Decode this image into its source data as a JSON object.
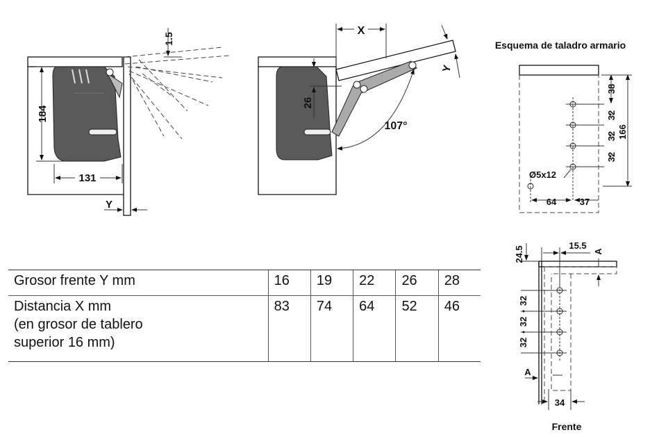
{
  "side_view": {
    "dim_184": "184",
    "dim_131": "131",
    "dim_1_5": "1.5",
    "dim_y": "Y"
  },
  "open_view": {
    "dim_x": "X",
    "dim_y": "Y",
    "dim_26": "26",
    "angle": "107°"
  },
  "cabinet_drilling": {
    "title": "Esquema de taladro armario",
    "dim_38": "38",
    "dim_32a": "32",
    "dim_32b": "32",
    "dim_32c": "32",
    "dim_166": "166",
    "hole_spec": "Ø5x12",
    "dim_64": "64",
    "dim_37": "37"
  },
  "front_drilling": {
    "title": "Frente",
    "dim_24_5": "24.5",
    "dim_15_5": "15.5",
    "label_a_top": "A",
    "label_a_left": "A",
    "dim_32a": "32",
    "dim_32b": "32",
    "dim_32c": "32",
    "dim_34": "34"
  },
  "table": {
    "row1_label": "Grosor frente Y mm",
    "row2_label": "Distancia X mm\n(en grosor de tablero\nsuperior 16 mm)",
    "y_values": [
      "16",
      "19",
      "22",
      "26",
      "28"
    ],
    "x_values": [
      "83",
      "74",
      "64",
      "52",
      "46"
    ]
  }
}
